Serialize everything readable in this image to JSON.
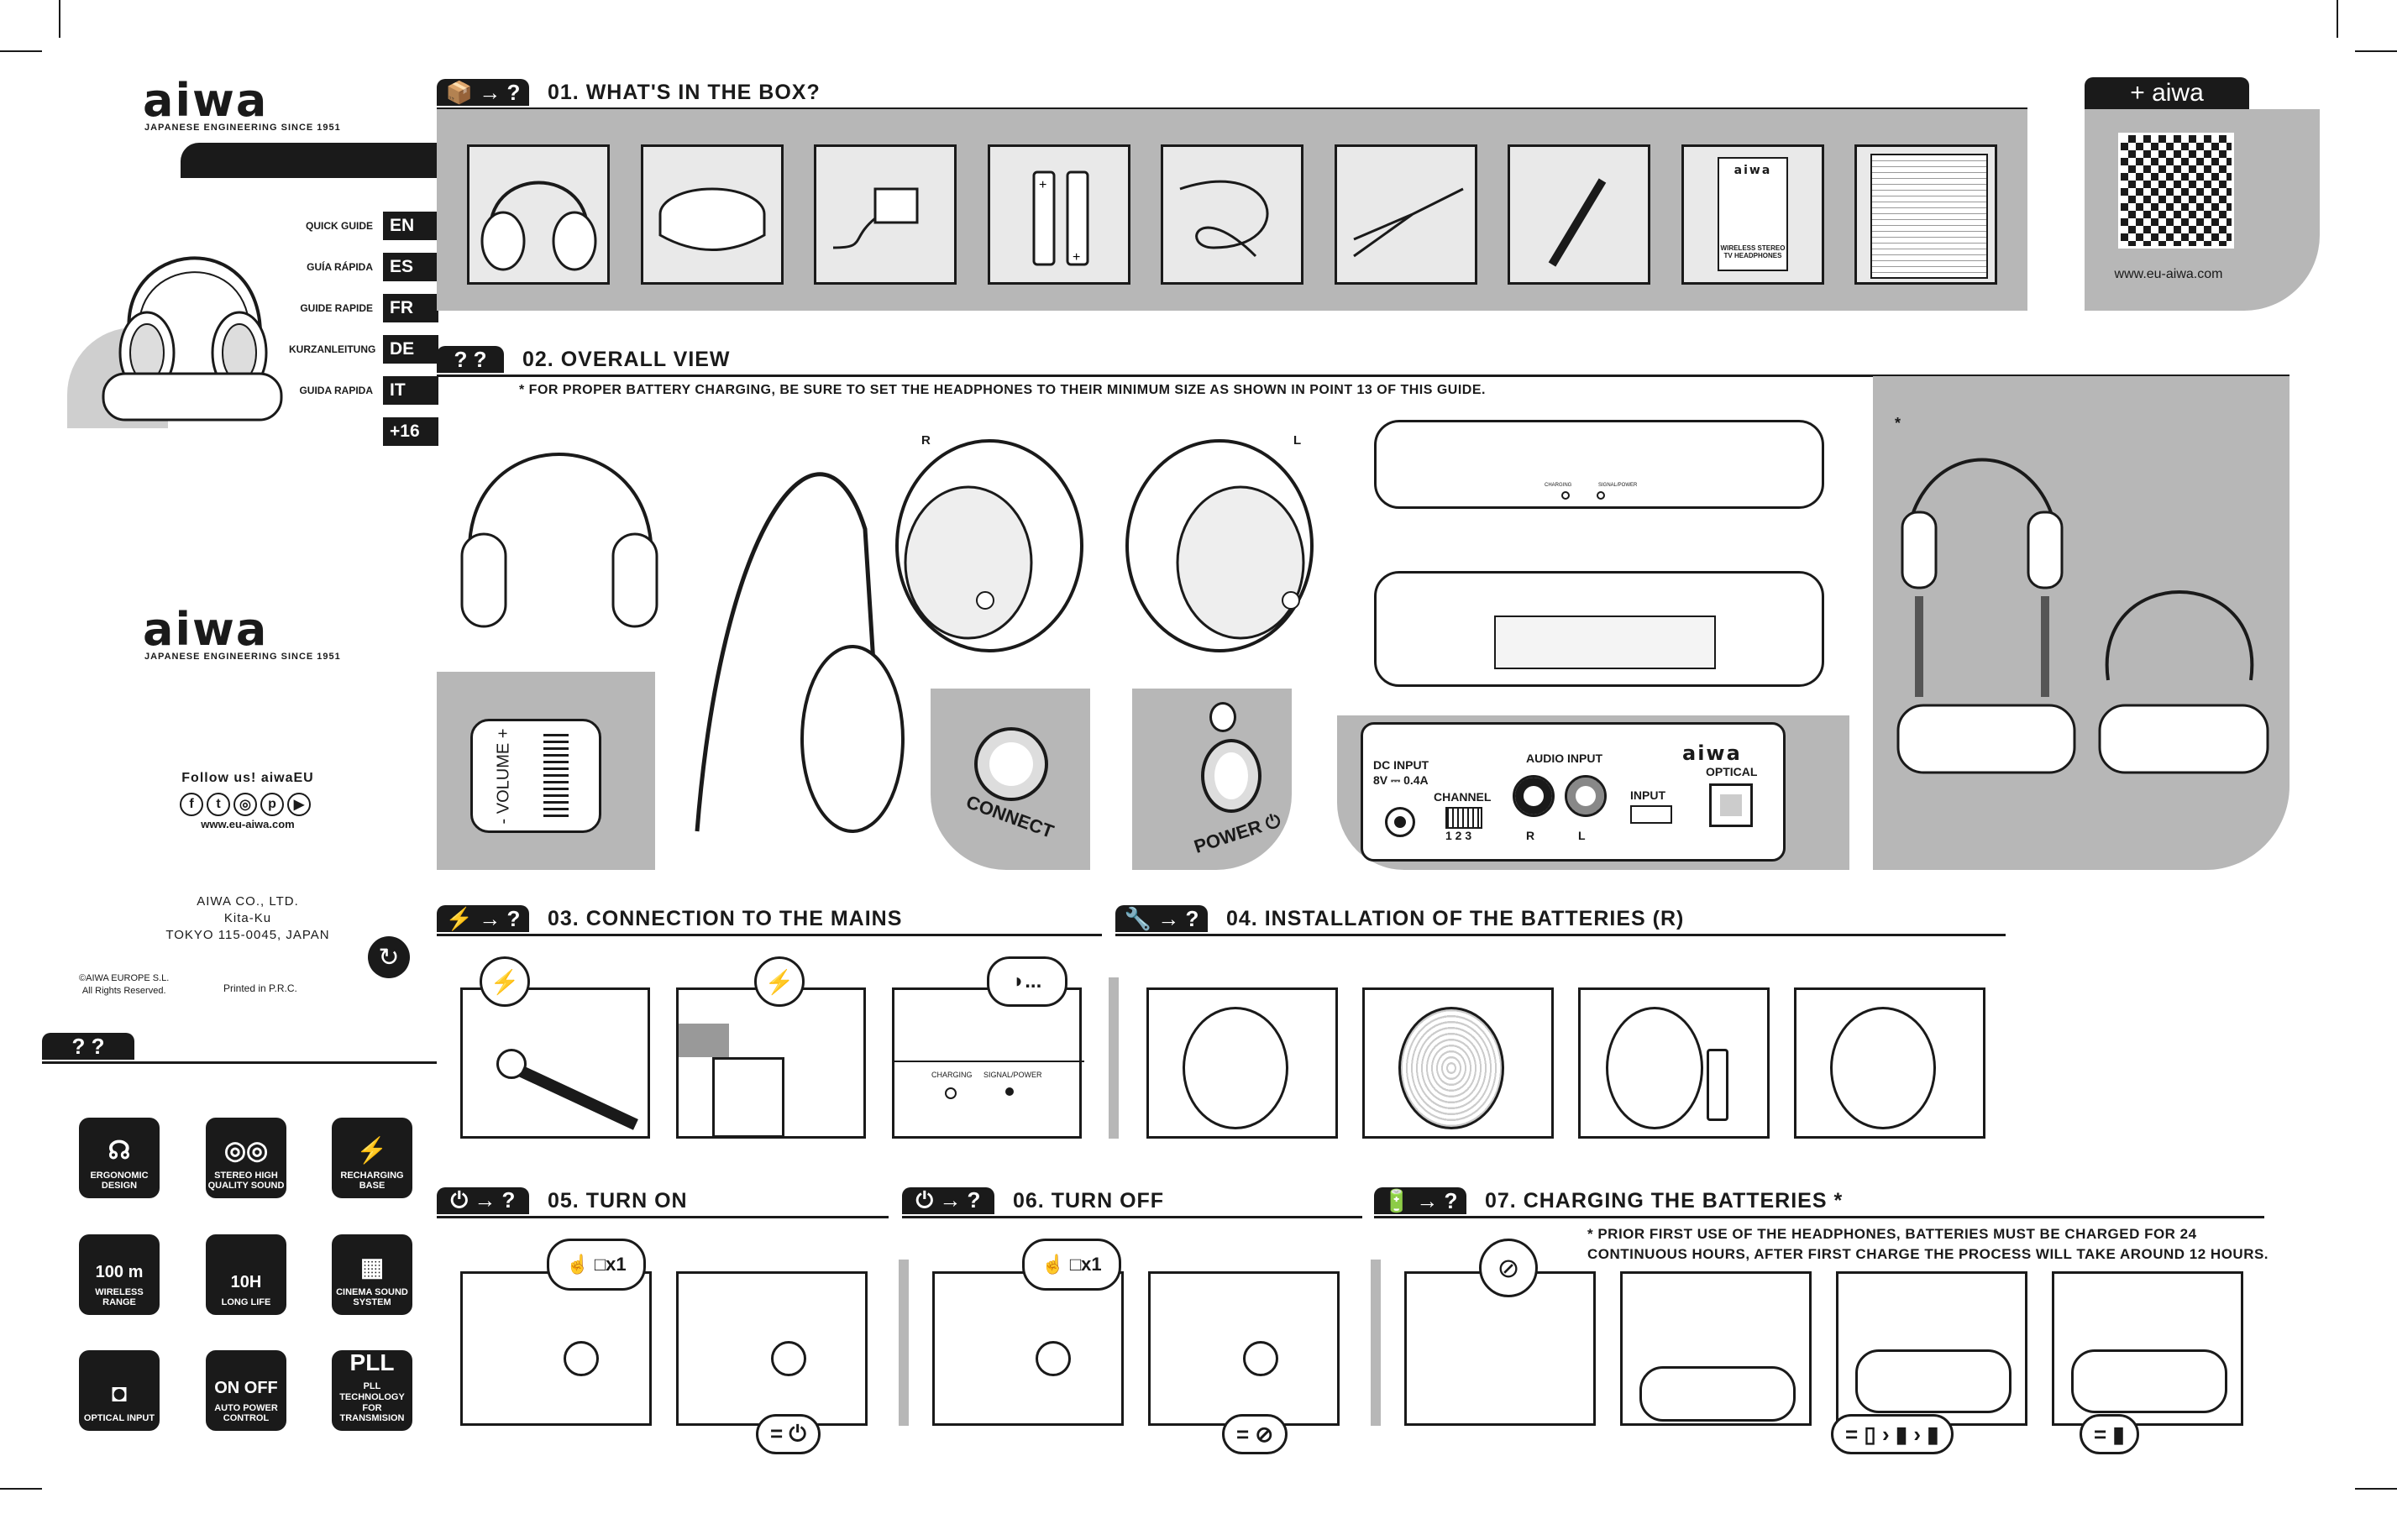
{
  "brand": {
    "logo": "aiwa",
    "tagline": "JAPANESE ENGINEERING SINCE 1951",
    "plus_logo": "+ aiwa",
    "website": "www.eu-aiwa.com"
  },
  "languages": [
    {
      "name": "QUICK GUIDE",
      "code": "EN"
    },
    {
      "name": "GUÍA RÁPIDA",
      "code": "ES"
    },
    {
      "name": "GUIDE RAPIDE",
      "code": "FR"
    },
    {
      "name": "KURZANLEITUNG",
      "code": "DE"
    },
    {
      "name": "GUIDA RAPIDA",
      "code": "IT"
    }
  ],
  "more_languages": "+16",
  "social": {
    "follow": "Follow us! aiwaEU",
    "icons": [
      "facebook-icon",
      "twitter-icon",
      "instagram-icon",
      "pinterest-icon",
      "youtube-icon"
    ],
    "url": "www.eu-aiwa.com"
  },
  "company": {
    "line1": "AIWA CO., LTD.",
    "line2": "Kita-Ku",
    "line3": "TOKYO 115-0045, JAPAN",
    "copyright1": "©AIWA EUROPE S.L.",
    "copyright2": "All Rights Reserved.",
    "printed": "Printed in P.R.C."
  },
  "features": [
    {
      "top": "",
      "label": "ERGONOMIC DESIGN",
      "glyph": "☊"
    },
    {
      "top": "",
      "label": "STEREO HIGH QUALITY SOUND",
      "glyph": "◎◎"
    },
    {
      "top": "",
      "label": "RECHARGING BASE",
      "glyph": "⚡"
    },
    {
      "top": "100 m",
      "label": "WIRELESS RANGE",
      "glyph": ""
    },
    {
      "top": "10H",
      "label": "LONG LIFE",
      "glyph": ""
    },
    {
      "top": "",
      "label": "CINEMA SOUND SYSTEM",
      "glyph": "▦"
    },
    {
      "top": "",
      "label": "OPTICAL INPUT",
      "glyph": "◘"
    },
    {
      "top": "ON OFF",
      "label": "AUTO POWER CONTROL",
      "glyph": ""
    },
    {
      "top": "PLL",
      "label": "PLL TECHNOLOGY FOR TRANSMISION",
      "glyph": ""
    }
  ],
  "sections": {
    "s01": {
      "icon": "📦 → ?",
      "title": "01. WHAT'S IN THE BOX?"
    },
    "s02": {
      "icon": "? ?",
      "title": "02. OVERALL VIEW",
      "note": "* FOR PROPER BATTERY CHARGING, BE SURE TO SET THE HEADPHONES TO THEIR MINIMUM SIZE AS SHOWN IN POINT 13 OF THIS GUIDE."
    },
    "s03": {
      "icon": "⚡ → ?",
      "title": "03. CONNECTION TO THE MAINS"
    },
    "s04": {
      "icon": "🔧 → ?",
      "title": "04. INSTALLATION OF THE BATTERIES (R)"
    },
    "s05": {
      "icon": "⏻ → ?",
      "title": "05. TURN ON"
    },
    "s06": {
      "icon": "⏻ → ?",
      "title": "06. TURN OFF"
    },
    "s07": {
      "icon": "🔋 → ?",
      "title": "07. CHARGING THE BATTERIES *",
      "note": "* PRIOR FIRST USE OF THE HEADPHONES, BATTERIES MUST BE CHARGED FOR 24 CONTINUOUS HOURS, AFTER FIRST CHARGE THE PROCESS WILL TAKE AROUND 12 HOURS."
    }
  },
  "box_items": [
    "headphones",
    "charging-base",
    "power-adapter",
    "batteries",
    "optical-cable",
    "rca-cable",
    "jack-adapter",
    "manual",
    "warranty-leaflet"
  ],
  "manual_cover": {
    "logo": "aiwa",
    "title": "WIRELESS STEREO TV HEADPHONES"
  },
  "overview_labels": {
    "volume": "- VOLUME +",
    "ear_r": "R",
    "ear_l": "L",
    "connect": "CONNECT",
    "power": "POWER ⏻",
    "charging": "CHARGING",
    "signal_power": "SIGNAL/POWER",
    "dc_input": "DC INPUT",
    "dc_spec": "8V ⎓ 0.4A",
    "channel": "CHANNEL",
    "channel_nums": "1 2 3",
    "audio_input": "AUDIO INPUT",
    "r": "R",
    "l": "L",
    "input": "INPUT",
    "optical": "OPTICAL",
    "panel_logo": "aiwa",
    "asterisk": "*"
  },
  "mains_labels": {
    "charging": "CHARGING",
    "signal_power": "SIGNAL/POWER",
    "ellipsis": "..."
  },
  "turn_on_count": "x1",
  "turn_off_count": "x1",
  "turn_on_led": "= ⏻",
  "turn_off_led": "= ⊘",
  "charge_led_1": "= ▯ › ▮ › ▮",
  "charge_led_2": "= ▮"
}
